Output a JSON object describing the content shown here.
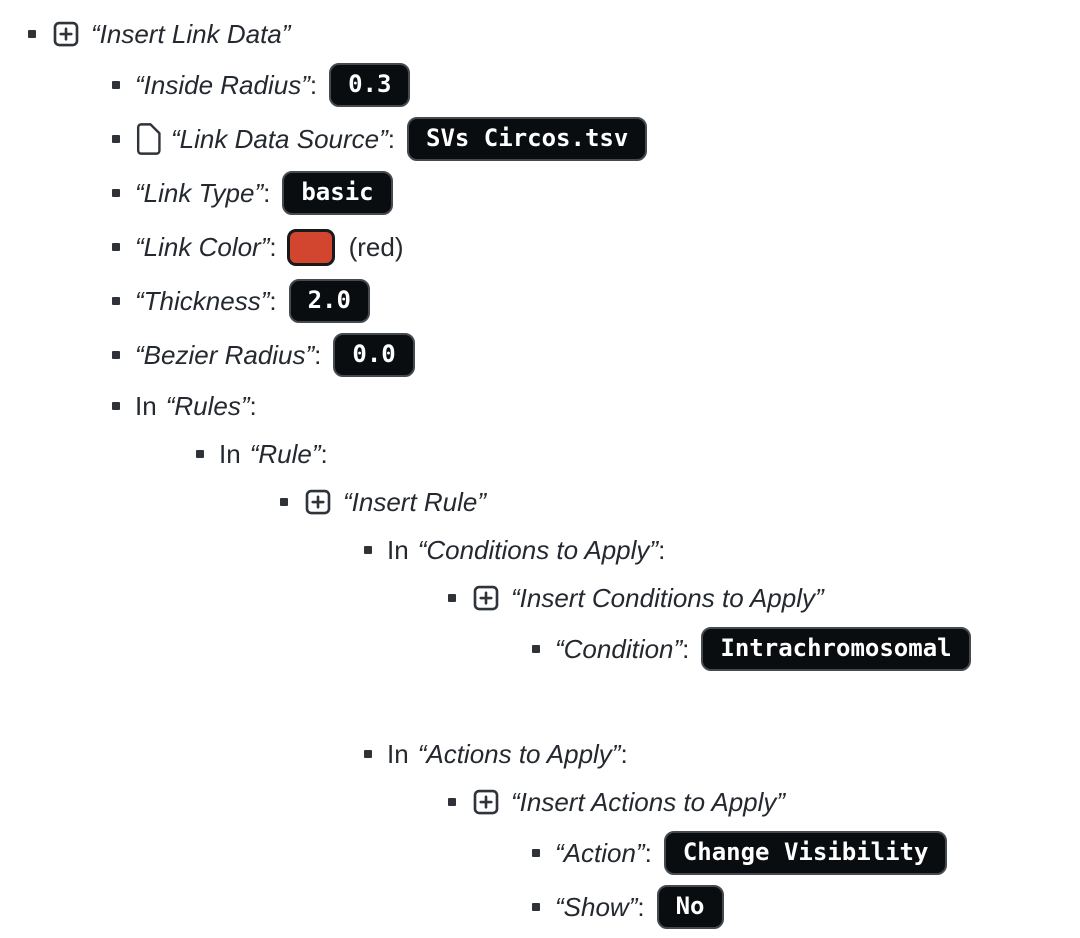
{
  "colors": {
    "text": "#24292f",
    "badge_bg": "#0a0d10",
    "badge_border": "#454a50",
    "badge_text": "#ffffff",
    "swatch_red": "#d2452e"
  },
  "tree": {
    "insert_link_data": {
      "icon": "insert-plus-icon",
      "label": "“Insert Link Data”"
    },
    "inside_radius": {
      "label": "“Inside Radius”",
      "colon": ":",
      "value": "0.3"
    },
    "link_data_source": {
      "icon": "file-icon",
      "label": "“Link Data Source”",
      "colon": ":",
      "value": "SVs Circos.tsv"
    },
    "link_type": {
      "label": "“Link Type”",
      "colon": ":",
      "value": "basic"
    },
    "link_color": {
      "label": "“Link Color”",
      "colon": ":",
      "swatch_color": "#d2452e",
      "note": "(red)"
    },
    "thickness": {
      "label": "“Thickness”",
      "colon": ":",
      "value": "2.0"
    },
    "bezier_radius": {
      "label": "“Bezier Radius”",
      "colon": ":",
      "value": "0.0"
    },
    "in_rules": {
      "lead": "In",
      "label": "“Rules”",
      "colon": ":"
    },
    "in_rule": {
      "lead": "In",
      "label": "“Rule”",
      "colon": ":"
    },
    "insert_rule": {
      "icon": "insert-plus-icon",
      "label": "“Insert Rule”"
    },
    "in_conditions": {
      "lead": "In",
      "label": "“Conditions to Apply”",
      "colon": ":"
    },
    "insert_conditions": {
      "icon": "insert-plus-icon",
      "label": "“Insert Conditions to Apply”"
    },
    "condition": {
      "label": "“Condition”",
      "colon": ":",
      "value": "Intrachromosomal"
    },
    "in_actions": {
      "lead": "In",
      "label": "“Actions to Apply”",
      "colon": ":"
    },
    "insert_actions": {
      "icon": "insert-plus-icon",
      "label": "“Insert Actions to Apply”"
    },
    "action": {
      "label": "“Action”",
      "colon": ":",
      "value": "Change Visibility"
    },
    "show": {
      "label": "“Show”",
      "colon": ":",
      "value": "No"
    }
  }
}
